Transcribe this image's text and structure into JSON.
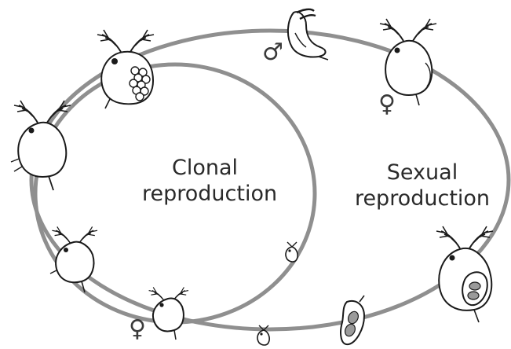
{
  "labels": {
    "clonal_line1": "Clonal",
    "clonal_line2": "reproduction",
    "sexual_line1": "Sexual",
    "sexual_line2": "reproduction"
  },
  "symbols": {
    "male": "♂",
    "female_top": "♀",
    "female_bottom": "♀"
  },
  "colors": {
    "cycle_line": "#8f8f8f",
    "drawing": "#1a1a1a",
    "egg_shading": "#9a9a9a"
  },
  "icons": [
    "daphnia-with-eggs-icon",
    "daphnia-adult-icon",
    "daphnia-juvenile-icon",
    "daphnia-neonate-icon",
    "male-daphnia-icon",
    "female-daphnia-icon",
    "daphnia-with-ephippium-icon",
    "ephippium-icon"
  ]
}
